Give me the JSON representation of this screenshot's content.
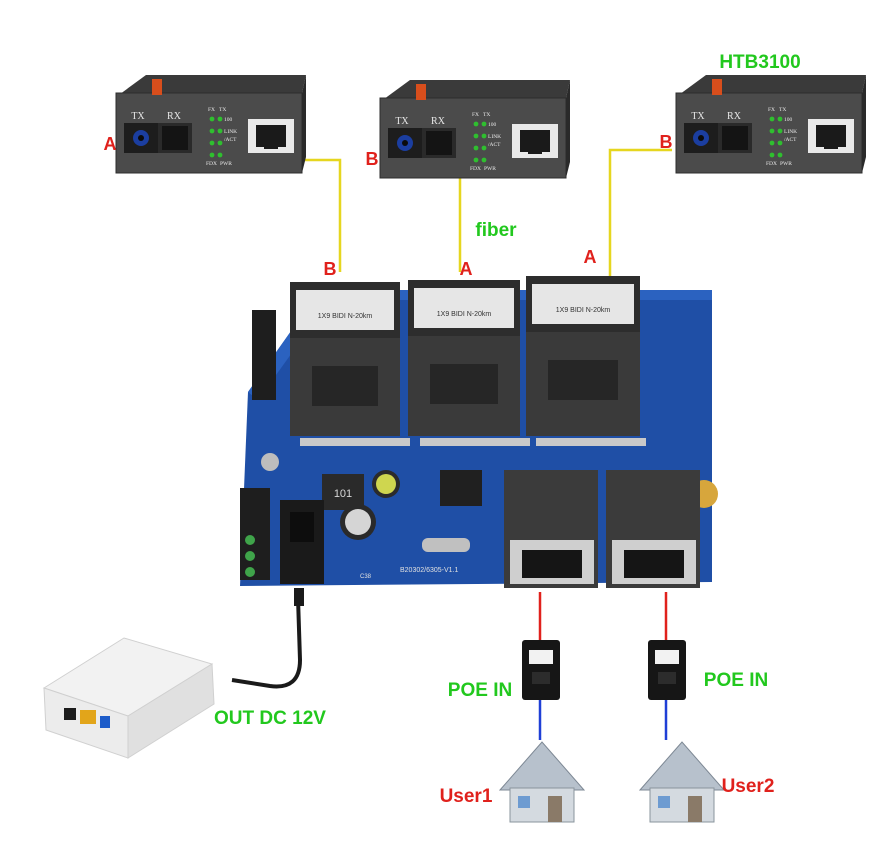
{
  "labels": {
    "model": "HTB3100",
    "fiber": "fiber",
    "port_a": "A",
    "port_b": "B",
    "poe_in": "POE IN",
    "out_dc": "OUT DC 12V",
    "user1": "User1",
    "user2": "User2"
  },
  "converter": {
    "tx": "TX",
    "rx": "RX",
    "led_fx": "FX",
    "led_tx": "TX",
    "led_100": "100",
    "led_link": "LINK",
    "led_act": "/ACT",
    "led_fdx": "FDX",
    "led_pwr": "PWR"
  },
  "board": {
    "module_label": "1X9 BIDI N-20km",
    "inductor_label": "101",
    "board_code": "B20302/6305-V1.1",
    "cap_label": "C38"
  },
  "colors": {
    "label_green": "#22c81e",
    "label_red": "#e0211c",
    "fiber_line": "#e6d61f",
    "copper_line_red": "#e0211c",
    "copper_line_blue": "#1f3fd6",
    "board_blue": "#1f4fa6"
  }
}
